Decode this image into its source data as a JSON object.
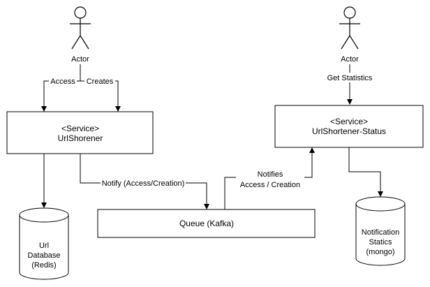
{
  "actors": [
    {
      "id": "actor-left",
      "label": "Actor"
    },
    {
      "id": "actor-right",
      "label": "Actor"
    }
  ],
  "services": [
    {
      "id": "urlshortener",
      "stereotype": "<Service>",
      "name": "UrlShorener"
    },
    {
      "id": "status",
      "stereotype": "<Service>",
      "name": "UrlShortener-Status"
    }
  ],
  "queue": {
    "label": "Queue (Kafka)"
  },
  "databases": [
    {
      "id": "url-db",
      "lines": [
        "Url",
        "Database",
        "(Redis)"
      ]
    },
    {
      "id": "notif-db",
      "lines": [
        "Notification",
        "Statics",
        "(mongo)"
      ]
    }
  ],
  "edges": {
    "access": "Access",
    "creates": "Creates",
    "get_statistics": "Get Statistics",
    "notify": "Notify (Access/Creation)",
    "notifies_line1": "Notifies",
    "notifies_line2": "Access / Creation"
  },
  "colors": {
    "stroke": "#000000",
    "background": "#ffffff"
  }
}
